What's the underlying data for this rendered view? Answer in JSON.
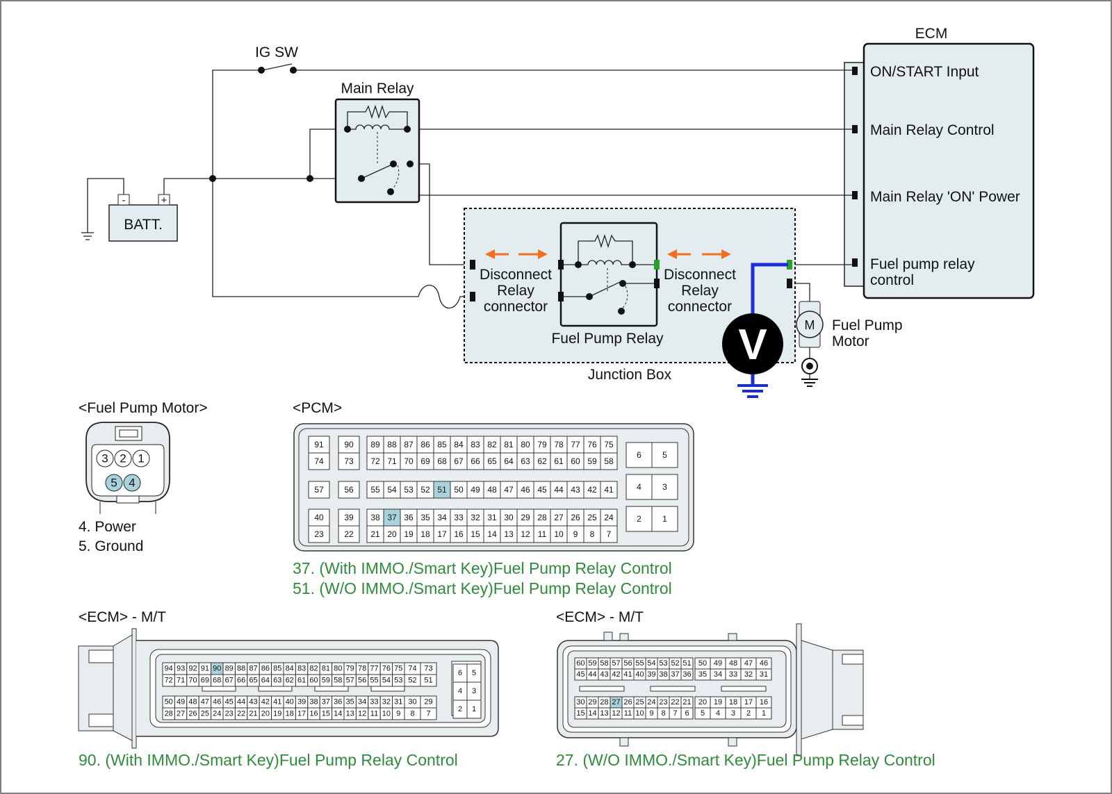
{
  "colors": {
    "box_fill": "#e3ecee",
    "highlight": "#a9d3dc",
    "note_green": "#2e8b3a",
    "probe_wire": "#1a2ed8",
    "arrow_orange": "#f07020",
    "terminal_green": "#2aa02a"
  },
  "schematic": {
    "ecm_title": "ECM",
    "ecm_pins": [
      "ON/START Input",
      "Main Relay Control",
      "Main Relay 'ON' Power",
      "Fuel pump relay",
      "control"
    ],
    "ig_sw": "IG SW",
    "main_relay": "Main Relay",
    "battery": "BATT.",
    "batt_minus": "-",
    "batt_plus": "+",
    "disconnect_left": [
      "Disconnect",
      "Relay",
      "connector"
    ],
    "disconnect_right": [
      "Disconnect",
      "Relay",
      "connector"
    ],
    "fuel_pump_relay": "Fuel Pump Relay",
    "junction_box": "Junction Box",
    "voltmeter": "V",
    "motor_symbol": "M",
    "fuel_pump_motor": [
      "Fuel Pump",
      "Motor"
    ]
  },
  "fuel_pump_connector": {
    "title": "<Fuel Pump Motor>",
    "top_pins": [
      "3",
      "2",
      "1"
    ],
    "bottom_pins": [
      "5",
      "4"
    ],
    "notes": [
      "4. Power",
      "5. Ground"
    ]
  },
  "pcm": {
    "title": "<PCM>",
    "highlighted": [
      "51",
      "37"
    ],
    "row_a1": [
      "91",
      "90",
      "89",
      "88",
      "87",
      "86",
      "85",
      "84",
      "83",
      "82",
      "81",
      "80",
      "79",
      "78",
      "77",
      "76",
      "75"
    ],
    "row_a2": [
      "74",
      "73",
      "72",
      "71",
      "70",
      "69",
      "68",
      "67",
      "66",
      "65",
      "64",
      "63",
      "62",
      "61",
      "60",
      "59",
      "58"
    ],
    "row_b": [
      "57",
      "56",
      "55",
      "54",
      "53",
      "52",
      "51",
      "50",
      "49",
      "48",
      "47",
      "46",
      "45",
      "44",
      "43",
      "42",
      "41"
    ],
    "row_c1": [
      "40",
      "39",
      "38",
      "37",
      "36",
      "35",
      "34",
      "33",
      "32",
      "31",
      "30",
      "29",
      "28",
      "27",
      "26",
      "25",
      "24"
    ],
    "row_c2": [
      "23",
      "22",
      "21",
      "20",
      "19",
      "18",
      "17",
      "16",
      "15",
      "14",
      "13",
      "12",
      "11",
      "10",
      "9",
      "8",
      "7"
    ],
    "side": [
      "6",
      "5",
      "4",
      "3",
      "2",
      "1"
    ],
    "notes": [
      "37. (With IMMO./Smart Key)Fuel Pump Relay Control",
      "51. (W/O IMMO./Smart Key)Fuel Pump Relay Control"
    ]
  },
  "ecm_left": {
    "title": "<ECM> - M/T",
    "highlighted": [
      "90"
    ],
    "row1": [
      "94",
      "93",
      "92",
      "91",
      "90",
      "89",
      "88",
      "87",
      "86",
      "85",
      "84",
      "83",
      "82",
      "81",
      "80",
      "79",
      "78",
      "77",
      "76",
      "75",
      "74",
      "73"
    ],
    "row2": [
      "72",
      "71",
      "70",
      "69",
      "68",
      "67",
      "66",
      "65",
      "64",
      "63",
      "62",
      "61",
      "60",
      "59",
      "58",
      "57",
      "56",
      "55",
      "54",
      "53",
      "52",
      "51"
    ],
    "row3": [
      "50",
      "49",
      "48",
      "47",
      "46",
      "45",
      "44",
      "43",
      "42",
      "41",
      "40",
      "39",
      "38",
      "37",
      "36",
      "35",
      "34",
      "33",
      "32",
      "31",
      "30",
      "29"
    ],
    "row4": [
      "28",
      "27",
      "26",
      "25",
      "24",
      "23",
      "22",
      "21",
      "20",
      "19",
      "18",
      "17",
      "16",
      "15",
      "14",
      "13",
      "12",
      "11",
      "10",
      "9",
      "8",
      "7"
    ],
    "side": [
      "6",
      "5",
      "4",
      "3",
      "2",
      "1"
    ],
    "note": "90. (With IMMO./Smart Key)Fuel Pump Relay Control"
  },
  "ecm_right": {
    "title": "<ECM> - M/T",
    "highlighted": [
      "27"
    ],
    "row1": [
      "60",
      "59",
      "58",
      "57",
      "56",
      "55",
      "54",
      "53",
      "52",
      "51",
      "50",
      "49",
      "48",
      "47",
      "46"
    ],
    "row2": [
      "45",
      "44",
      "43",
      "42",
      "41",
      "40",
      "39",
      "38",
      "37",
      "36",
      "35",
      "34",
      "33",
      "32",
      "31"
    ],
    "row3": [
      "30",
      "29",
      "28",
      "27",
      "26",
      "25",
      "24",
      "23",
      "22",
      "21",
      "20",
      "19",
      "18",
      "17",
      "16"
    ],
    "row4": [
      "15",
      "14",
      "13",
      "12",
      "11",
      "10",
      "9",
      "8",
      "7",
      "6",
      "5",
      "4",
      "3",
      "2",
      "1"
    ],
    "note": "27. (W/O IMMO./Smart Key)Fuel Pump Relay Control"
  }
}
